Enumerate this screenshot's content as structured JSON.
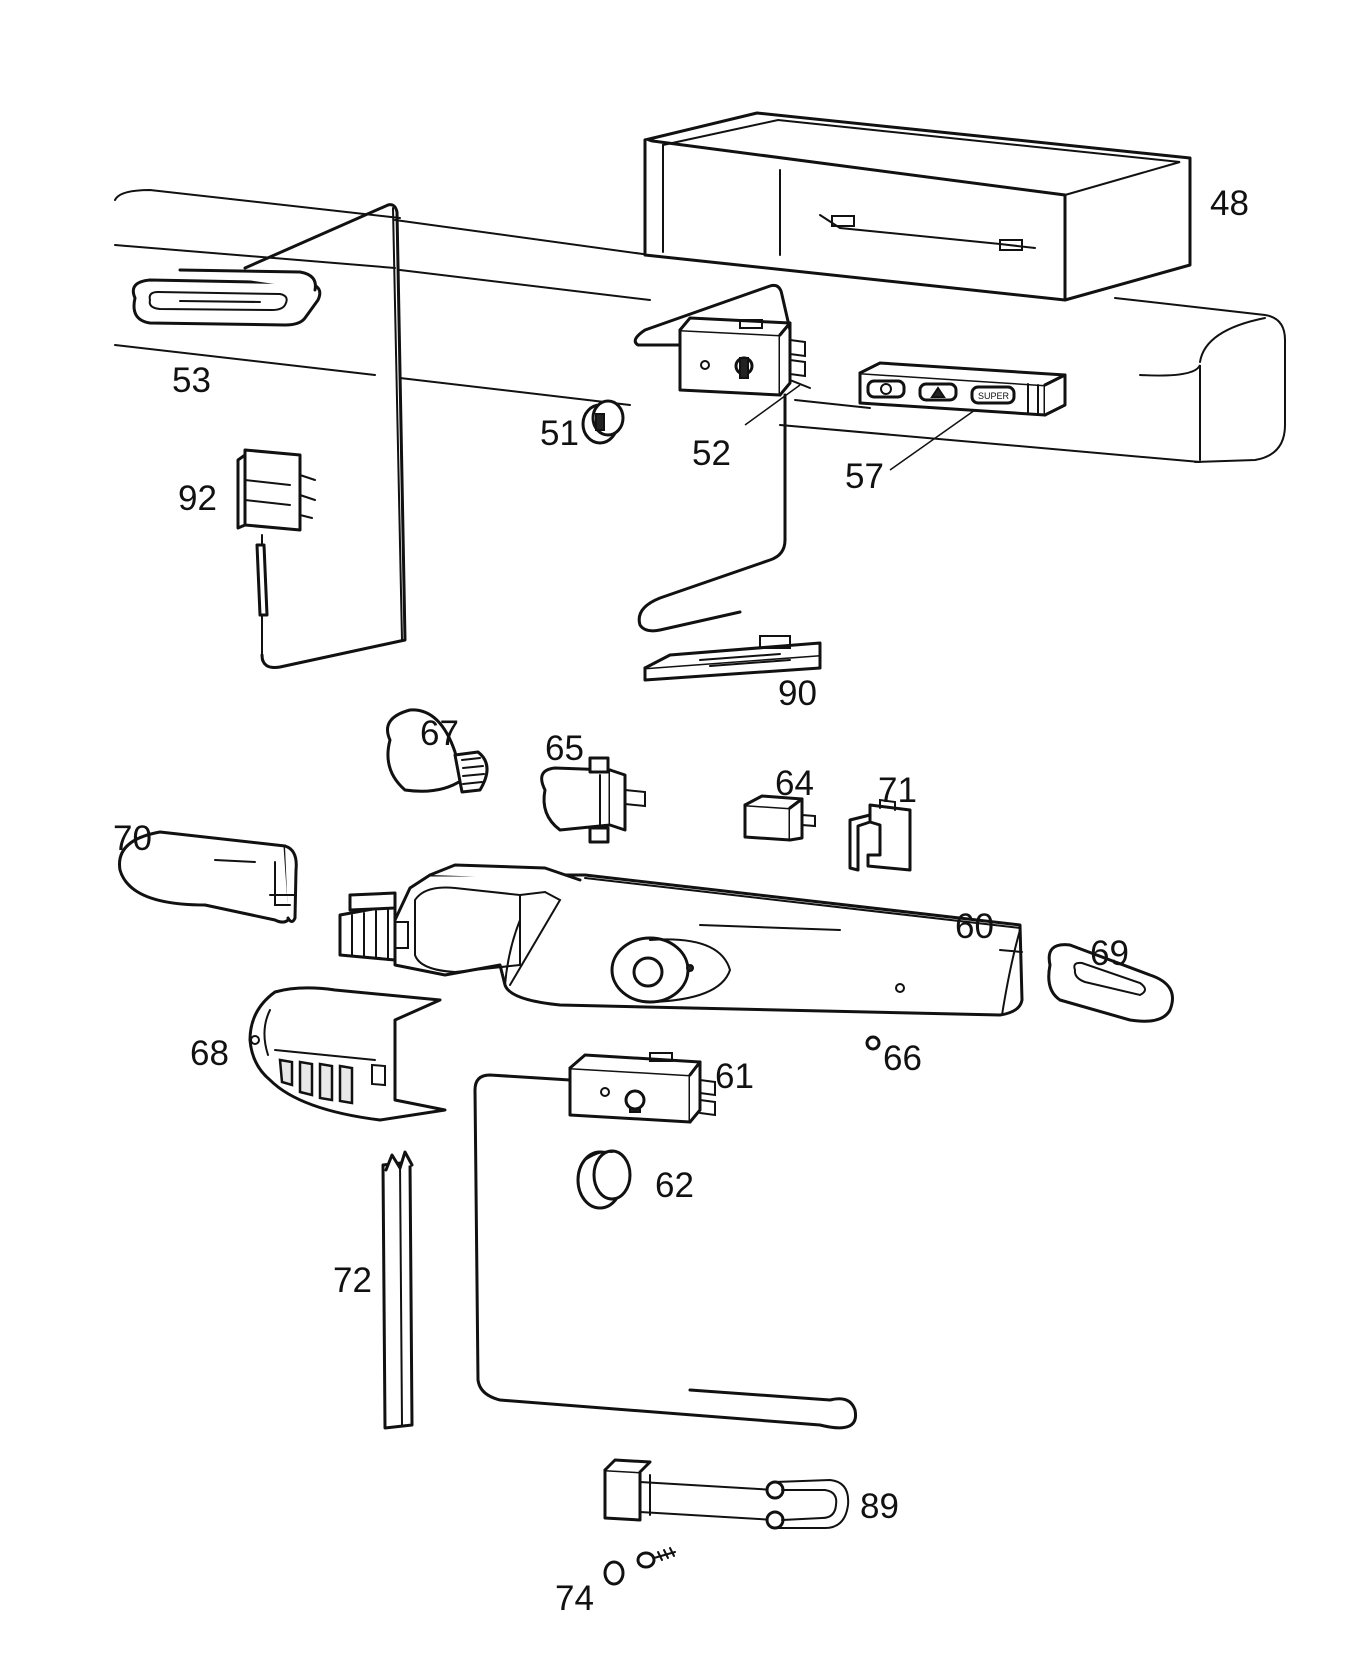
{
  "labels": {
    "p48": "48",
    "p53": "53",
    "p51": "51",
    "p52": "52",
    "p57": "57",
    "p92": "92",
    "p90": "90",
    "p67": "67",
    "p65": "65",
    "p64": "64",
    "p71": "71",
    "p70": "70",
    "p60": "60",
    "p69": "69",
    "p68": "68",
    "p66": "66",
    "p61": "61",
    "p62": "62",
    "p72": "72",
    "p89": "89",
    "p74": "74"
  },
  "panel_57": {
    "button_3_text": "SUPER"
  },
  "colors": {
    "line": "#111111",
    "background": "#ffffff",
    "shade": "#e8e8e8"
  }
}
